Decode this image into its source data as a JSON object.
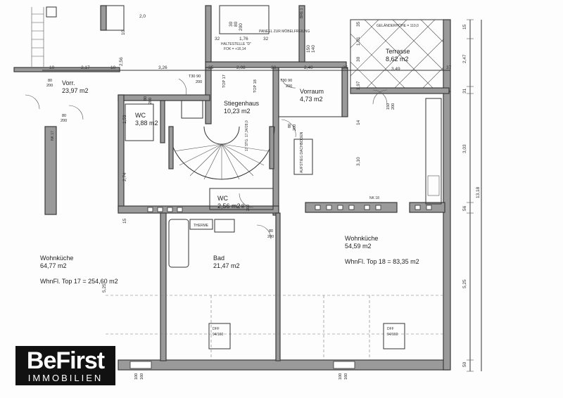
{
  "rooms": {
    "vorr_west": {
      "name": "Vorr.",
      "area": "23,97 m2"
    },
    "wc_1": {
      "name": "WC",
      "area": "3,88 m2"
    },
    "stiegenhaus": {
      "name": "Stiegenhaus",
      "area": "10,23 m2"
    },
    "vorraum": {
      "name": "Vorraum",
      "area": "4,73 m2"
    },
    "terrasse": {
      "name": "Terrasse",
      "area": "8,62 m2"
    },
    "wc_2": {
      "name": "WC",
      "area": "2,56 m2"
    },
    "bad": {
      "name": "Bad",
      "area": "21,47 m2"
    },
    "wohnkueche_east": {
      "name": "Wohnküche",
      "area": "54,59 m2"
    },
    "wohnkueche_west": {
      "name": "Wohnküche",
      "area": "64,77 m2"
    }
  },
  "summaries": {
    "top17": "WhnFl. Top 17 = 254,60 m2",
    "top18": "WhnFl. Top 18 = 83,35 m2"
  },
  "labels": {
    "top17": "TOP 17",
    "top18": "TOP 18",
    "therme": "THERME",
    "nk17": "NK 17",
    "nk18": "NK 18",
    "aufstieg": "AUFSTIEG DACHBODEN",
    "panel": "PANEEL ZUR MÖBELFREIUNG",
    "haltestelle": "HALTESTELLE \"D\"",
    "fok": "FOK = +16,14",
    "gelaenderhoehe": "GELÄNDERHÖHE = 110,0",
    "bre": "BRE 1",
    "stairs": "17 STG. 17,34/28,0",
    "dff_1": "DFF",
    "dff_1_size": "94/160",
    "dff_2": "DFF",
    "dff_2_size": "94/160"
  },
  "doors": {
    "t30_left": "T30 90",
    "t30_left_h": "200",
    "t30_right": "T30 90",
    "t30_right_h": "200",
    "d80_vorr": "80",
    "d80_vorr_h": "200",
    "d80_west": "80",
    "d80_west_h": "200",
    "d80_wc1": "80",
    "d80_wc1_h": "200",
    "d80_vorraum": "80",
    "d80_vorraum_h": "200",
    "d80_wc2": "80",
    "d80_wc2_h": "200",
    "d80_bad": "80",
    "d80_bad_h": "200",
    "d150_terr": "150",
    "d150_terr_h": "200",
    "d100_bottom_1": "100",
    "d100_bottom_1_h": "160",
    "d100_bottom_2": "100",
    "d100_bottom_2_h": "160"
  },
  "dimensions": {
    "top": [
      "10",
      "2,17",
      "10",
      "2,56",
      "3,26",
      "25",
      "2,08",
      "30",
      "2,40",
      "35",
      "3,49",
      "37"
    ],
    "top_stair": [
      "32",
      "1,76",
      "32",
      "30",
      "80",
      "200",
      "150",
      "140"
    ],
    "top_narrow": [
      "10",
      "2,0"
    ],
    "right": [
      "15",
      "2,47",
      "31",
      "3,03",
      "56",
      "5,25",
      "50"
    ],
    "right_total": "13,18",
    "left_col": [
      "2,74",
      "15",
      "5,25",
      "1,53"
    ],
    "interior": [
      "1,97",
      "14",
      "3,10",
      "1,01",
      "30",
      "35"
    ]
  },
  "logo": {
    "brand": "BeFirst",
    "sub": "IMMOBILIEN"
  }
}
